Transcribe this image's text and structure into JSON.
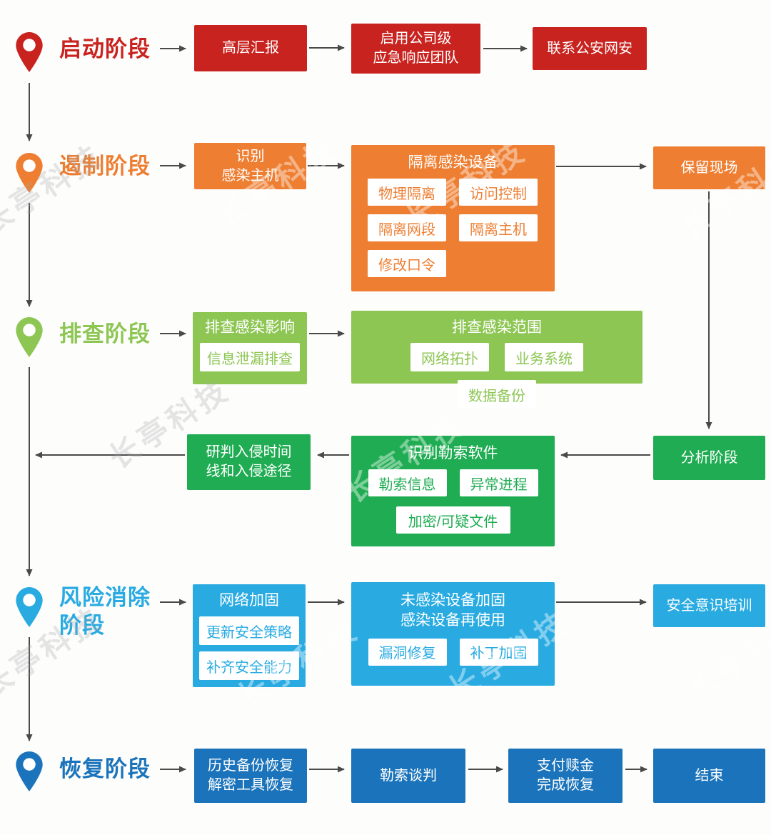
{
  "watermark_text": "长亭科技",
  "colors": {
    "launch_red": "#C8231F",
    "containment_orange": "#EE7E31",
    "investigation_light_green": "#8DC653",
    "analysis_green": "#1FAC52",
    "risk_light_blue": "#29ABE2",
    "recovery_dark_blue": "#1B74BB",
    "arrow_gray": "#4A4A4A"
  },
  "rows": {
    "launch": {
      "label": "启动阶段",
      "steps": [
        "高层汇报",
        "启用公司级\n应急响应团队",
        "联系公安网安"
      ]
    },
    "containment": {
      "label": "遏制阶段",
      "identify_host": "识别\n感染主机",
      "isolate": {
        "title": "隔离感染设备",
        "items": [
          "物理隔离",
          "访问控制",
          "隔离网段",
          "隔离主机",
          "修改口令"
        ]
      },
      "preserve": "保留现场"
    },
    "investigation": {
      "label": "排查阶段",
      "impact": {
        "title": "排查感染影响",
        "items": [
          "信息泄漏排查"
        ]
      },
      "scope": {
        "title": "排查感染范围",
        "items": [
          "网络拓扑",
          "业务系统",
          "数据备份"
        ]
      }
    },
    "analysis": {
      "stage": "分析阶段",
      "identify": {
        "title": "识别勒索软件",
        "items": [
          "勒索信息",
          "异常进程",
          "加密/可疑文件"
        ]
      },
      "timeline": "研判入侵时间\n线和入侵途径"
    },
    "risk": {
      "label": "风险消除\n阶段",
      "network": {
        "title": "网络加固",
        "items": [
          "更新安全策略",
          "补齐安全能力"
        ]
      },
      "device": {
        "title": "未感染设备加固\n感染设备再使用",
        "items": [
          "漏洞修复",
          "补丁加固"
        ]
      },
      "training": "安全意识培训"
    },
    "recovery": {
      "label": "恢复阶段",
      "steps": [
        "历史备份恢复\n解密工具恢复",
        "勒索谈判",
        "支付赎金\n完成恢复",
        "结束"
      ]
    }
  }
}
